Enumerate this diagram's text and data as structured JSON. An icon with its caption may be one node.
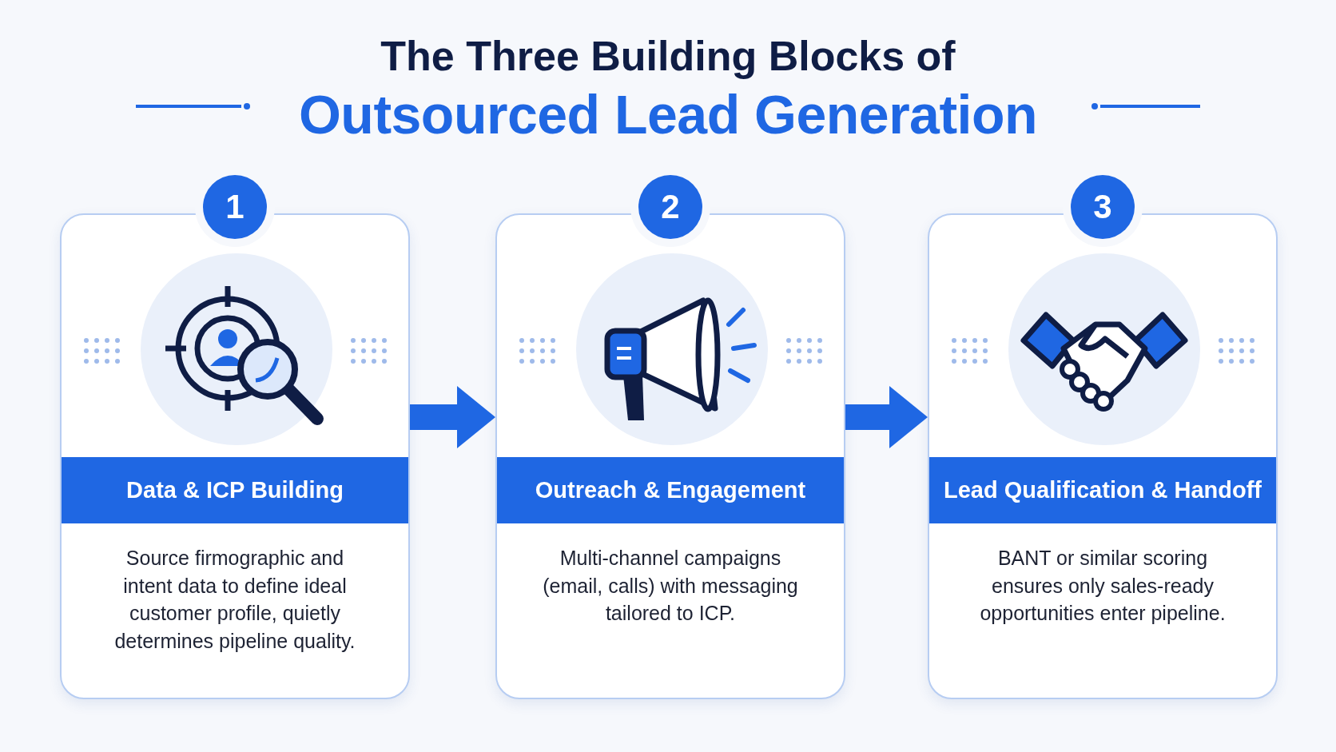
{
  "diagram": {
    "title": "The Three Building Blocks of",
    "nodes": [
      {
        "text": [
          "Data & ICP Building",
          "Source firmographic and intent data to define ideal customer profile, quietly determines pipeline quality."
        ]
      },
      {
        "text": [
          "Outreach & Engagement",
          "Multi-channel campaigns (email, calls) with messaging tailored to ICP."
        ]
      },
      {
        "text": [
          "Lead Qualification & Handoff",
          "BANT or similar scoring ensures only sales-ready opportunities enter pipeline."
        ]
      },
      {
        "text": [
          "1"
        ]
      },
      {
        "text": [
          "2"
        ]
      },
      {
        "text": [
          "3"
        ]
      }
    ],
    "edges": [
      {
        "from": 0,
        "to": 1,
        "arrow": "to"
      },
      {
        "from": 1,
        "to": 2,
        "arrow": "to"
      }
    ],
    "labels": [
      "Outsourced Lead Generation"
    ]
  }
}
